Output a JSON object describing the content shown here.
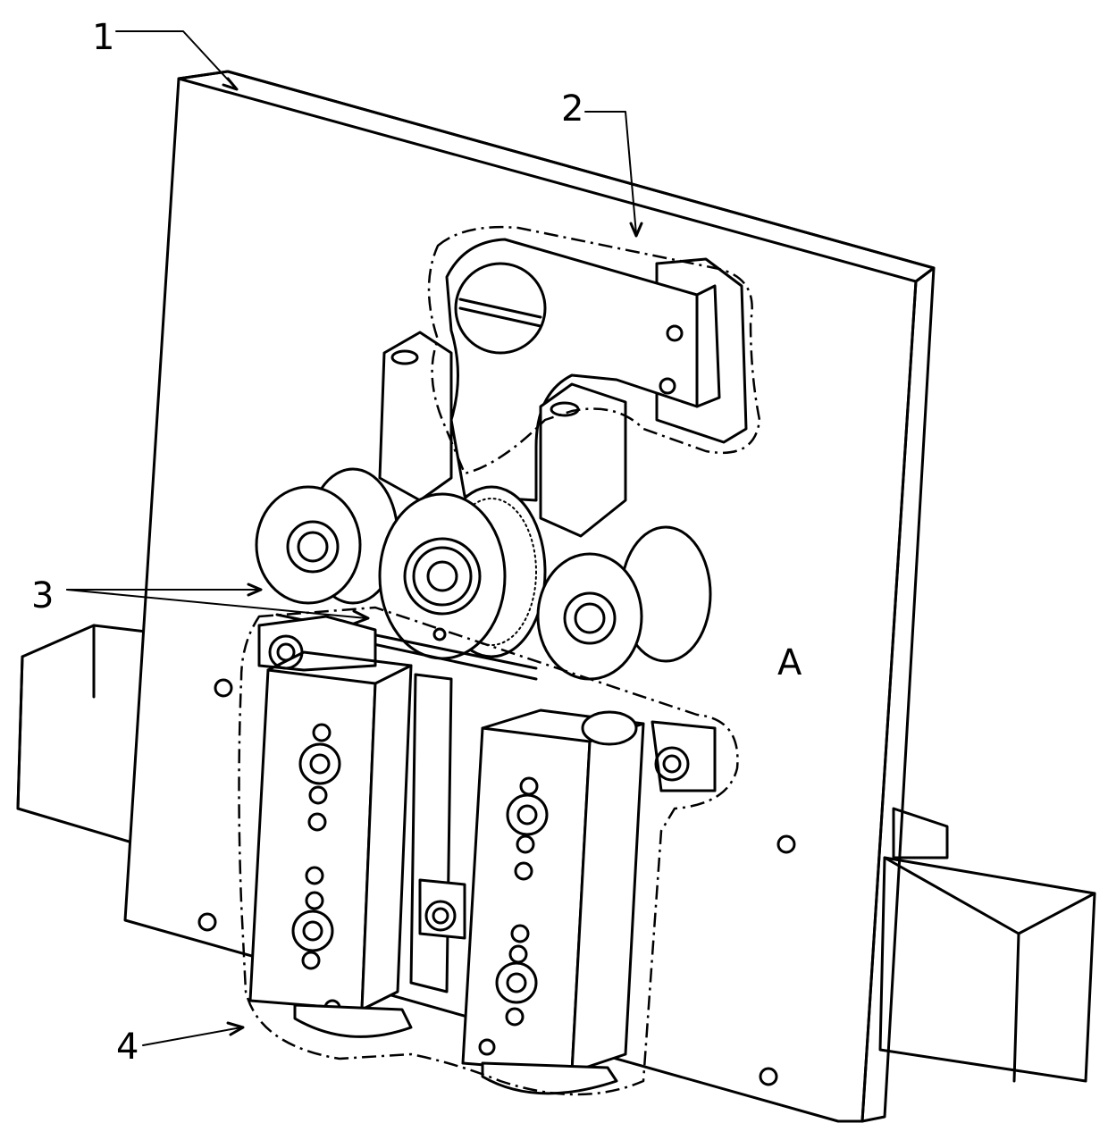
{
  "labels": {
    "part1": "1",
    "part2": "2",
    "part3": "3",
    "part4": "4",
    "viewA": "A"
  },
  "colors": {
    "line": "#000000",
    "background": "#ffffff"
  }
}
